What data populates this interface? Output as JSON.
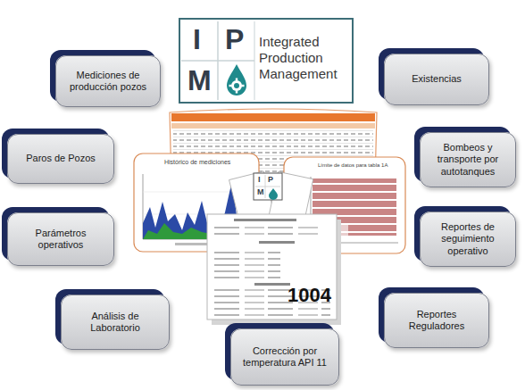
{
  "diagram": {
    "nodes": [
      {
        "text": [
          "I",
          "P",
          "M",
          "Integrated Production Management"
        ]
      },
      {
        "text": [
          "Mediciones de producción pozos"
        ]
      },
      {
        "text": [
          "Existencias"
        ]
      },
      {
        "text": [
          "Paros de Pozos"
        ]
      },
      {
        "text": [
          "Bombeos y transporte por autotanques"
        ]
      },
      {
        "text": [
          "Parámetros operativos"
        ]
      },
      {
        "text": [
          "Reportes de seguimiento operativo"
        ]
      },
      {
        "text": [
          "Análisis de Laboratorio"
        ]
      },
      {
        "text": [
          "Reportes Reguladores"
        ]
      },
      {
        "text": [
          "Corrección por temperatura API 11"
        ]
      }
    ],
    "labels": [
      "Histórico de mediciones",
      "Límite de datos para tabla 1A",
      "I",
      "P",
      "M",
      "1004"
    ]
  }
}
